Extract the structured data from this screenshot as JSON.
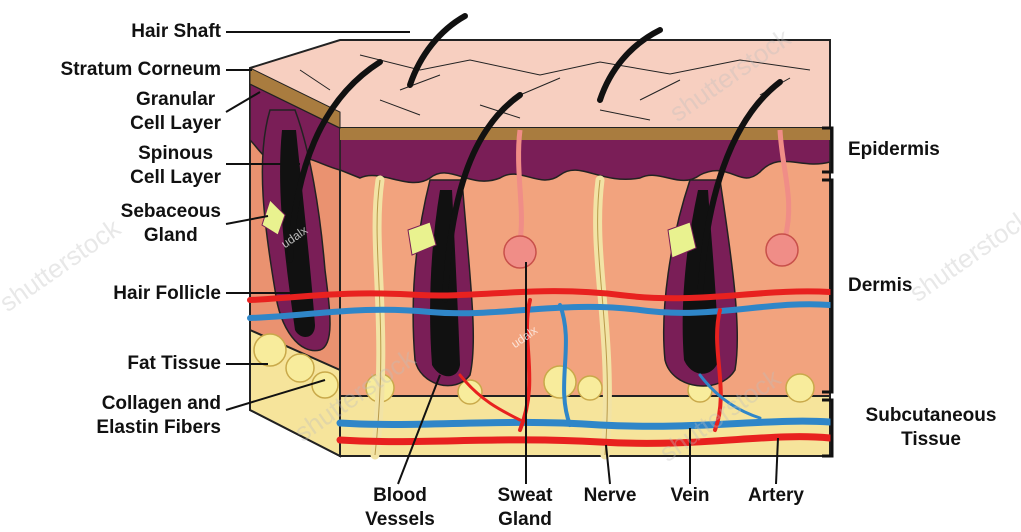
{
  "diagram": {
    "left_labels": {
      "hair_shaft": "Hair Shaft",
      "stratum_corneum": "Stratum Corneum",
      "granular_l1": "Granular",
      "granular_l2": "Cell Layer",
      "spinous_l1": "Spinous",
      "spinous_l2": "Cell Layer",
      "sebaceous_l1": "Sebaceous",
      "sebaceous_l2": "Gland",
      "hair_follicle": "Hair Follicle",
      "fat_tissue": "Fat Tissue",
      "collagen_l1": "Collagen and",
      "collagen_l2": "Elastin Fibers"
    },
    "bottom_labels": {
      "blood_l1": "Blood",
      "blood_l2": "Vessels",
      "sweat_l1": "Sweat",
      "sweat_l2": "Gland",
      "nerve": "Nerve",
      "vein": "Vein",
      "artery": "Artery"
    },
    "right_labels": {
      "epidermis": "Epidermis",
      "dermis": "Dermis",
      "subcutaneous_l1": "Subcutaneous",
      "subcutaneous_l2": "Tissue"
    }
  },
  "watermark": {
    "text": "shutterstock",
    "credit": "udalx"
  },
  "colors": {
    "surface": "#f7cfc0",
    "stratum": "#a97c3f",
    "epidermis": "#7a1e57",
    "dermis": "#f2a37e",
    "fat": "#f6e49b",
    "artery": "#e8211f",
    "vein": "#2f86c8",
    "nerve": "#f2e3a5",
    "sebaceous": "#e9f28f",
    "hair": "#111111"
  }
}
